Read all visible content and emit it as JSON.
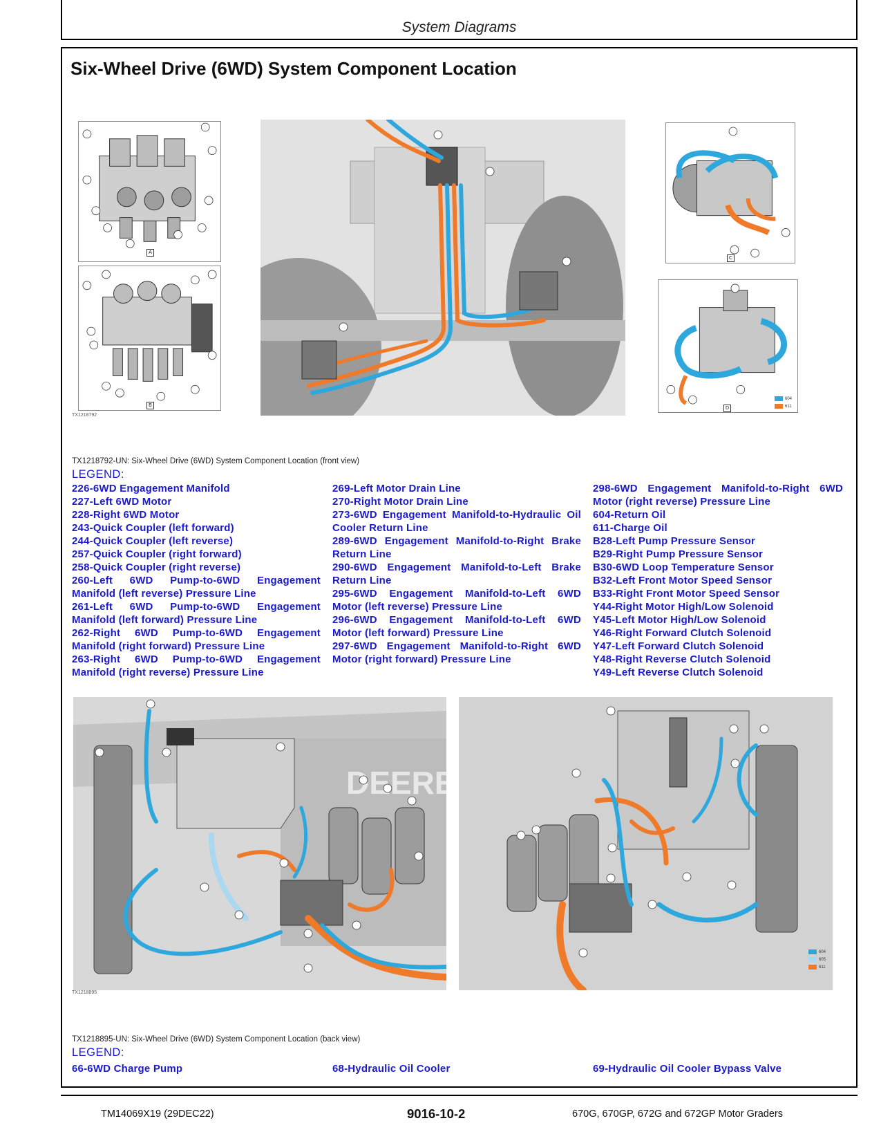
{
  "header": {
    "section": "System Diagrams"
  },
  "title": "Six-Wheel Drive (6WD) System Component Location",
  "figure1": {
    "id": "TX1218792",
    "caption": "TX1218792-UN: Six-Wheel Drive (6WD) System Component Location (front view)",
    "detail_letters": {
      "a": "A",
      "b": "B",
      "c": "C",
      "d": "D"
    },
    "color_key": [
      {
        "code": "604",
        "color": "#2ea8dc"
      },
      {
        "code": "611",
        "color": "#ee7a2a"
      }
    ]
  },
  "legend1": {
    "title": "LEGEND:",
    "col1": [
      "226-6WD Engagement Manifold",
      "227-Left 6WD Motor",
      "228-Right 6WD Motor",
      "243-Quick Coupler (left forward)",
      "244-Quick Coupler (left reverse)",
      "257-Quick Coupler (right forward)",
      "258-Quick Coupler (right reverse)",
      "260-Left 6WD Pump-to-6WD Engagement Manifold (left reverse) Pressure Line",
      "261-Left 6WD Pump-to-6WD Engagement Manifold (left forward) Pressure Line",
      "262-Right 6WD Pump-to-6WD Engagement Manifold (right forward) Pressure Line",
      "263-Right 6WD Pump-to-6WD Engagement Manifold (right reverse) Pressure Line"
    ],
    "col2": [
      "269-Left Motor Drain Line",
      "270-Right Motor Drain Line",
      "273-6WD Engagement Manifold-to-Hydraulic Oil Cooler Return Line",
      "289-6WD Engagement Manifold-to-Right Brake Return Line",
      "290-6WD Engagement Manifold-to-Left Brake Return Line",
      "295-6WD Engagement Manifold-to-Left 6WD Motor (left reverse) Pressure Line",
      "296-6WD Engagement Manifold-to-Left 6WD Motor (left forward) Pressure Line",
      "297-6WD Engagement Manifold-to-Right 6WD Motor (right forward) Pressure Line"
    ],
    "col3": [
      "298-6WD Engagement Manifold-to-Right 6WD Motor (right reverse) Pressure Line",
      "604-Return Oil",
      "611-Charge Oil",
      "B28-Left Pump Pressure Sensor",
      "B29-Right Pump Pressure Sensor",
      "B30-6WD Loop Temperature Sensor",
      "B32-Left Front Motor Speed Sensor",
      "B33-Right Front Motor Speed Sensor",
      "Y44-Right Motor High/Low Solenoid",
      "Y45-Left Motor High/Low Solenoid",
      "Y46-Right Forward Clutch Solenoid",
      "Y47-Left Forward Clutch Solenoid",
      "Y48-Right Reverse Clutch Solenoid",
      "Y49-Left Reverse Clutch Solenoid"
    ]
  },
  "figure2": {
    "id": "TX1218895",
    "caption": "TX1218895-UN: Six-Wheel Drive (6WD) System Component Location (back view)",
    "brand_text": "DEERE",
    "color_key": [
      {
        "code": "604",
        "color": "#2ea8dc"
      },
      {
        "code": "605",
        "color": "#a9d8f0"
      },
      {
        "code": "611",
        "color": "#ee7a2a"
      }
    ]
  },
  "legend2": {
    "title": "LEGEND:",
    "items": [
      "66-6WD Charge Pump",
      "68-Hydraulic Oil Cooler",
      "69-Hydraulic Oil Cooler Bypass Valve"
    ]
  },
  "footer": {
    "left": "TM14069X19 (29DEC22)",
    "center": "9016-10-2",
    "right": "670G, 670GP, 672G and 672GP Motor Graders"
  }
}
